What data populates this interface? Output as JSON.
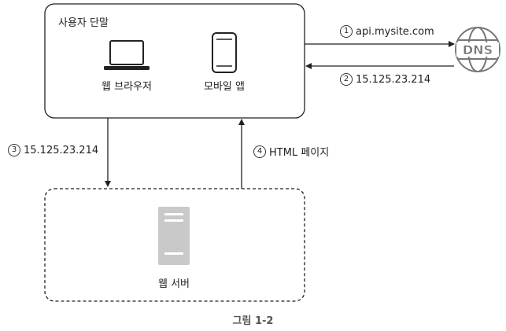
{
  "client": {
    "title": "사용자 단말",
    "web_browser": "웹 브라우저",
    "mobile_app": "모바일 앱"
  },
  "dns": {
    "label": "DNS"
  },
  "server": {
    "label": "웹 서버"
  },
  "steps": [
    {
      "num": "1",
      "text": "api.mysite.com"
    },
    {
      "num": "2",
      "text": "15.125.23.214"
    },
    {
      "num": "3",
      "text": "15.125.23.214"
    },
    {
      "num": "4",
      "text": "HTML 페이지"
    }
  ],
  "caption": "그림 1-2"
}
